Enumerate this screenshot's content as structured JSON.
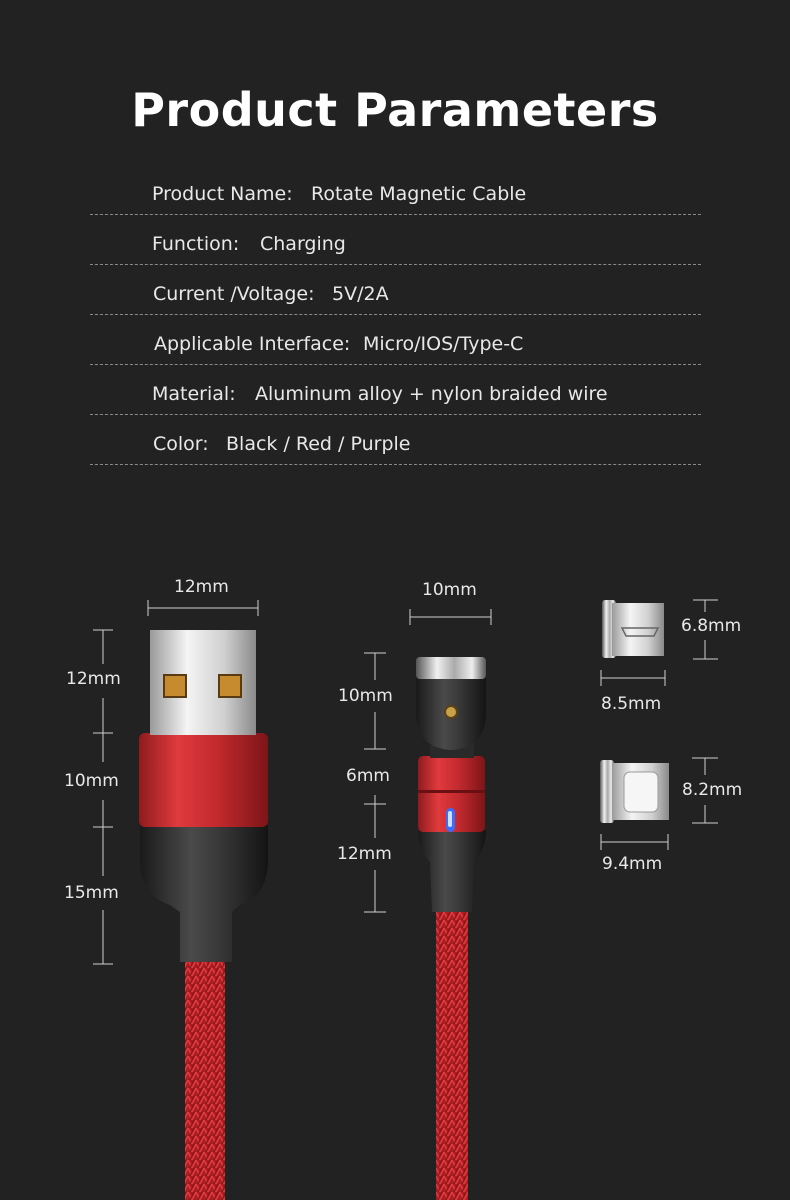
{
  "title": "Product Parameters",
  "params": [
    {
      "label": "Product Name:",
      "value": "Rotate Magnetic Cable"
    },
    {
      "label": "Function:",
      "value": "Charging"
    },
    {
      "label": "Current /Voltage:",
      "value": "5V/2A"
    },
    {
      "label": "Applicable Interface:",
      "value": "Micro/IOS/Type-C"
    },
    {
      "label": "Material:",
      "value": "Aluminum alloy + nylon braided wire"
    },
    {
      "label": "Color:",
      "value": "Black / Red / Purple"
    }
  ],
  "dimensions": {
    "usb_width": "12mm",
    "usb_plug_height": "12mm",
    "usb_sleeve_height": "10mm",
    "usb_boot_height": "15mm",
    "head_width": "10mm",
    "head_tip_height": "10mm",
    "head_neck_height": "6mm",
    "head_boot_height": "12mm",
    "micro_tip_height": "6.8mm",
    "micro_tip_width": "8.5mm",
    "typec_tip_height": "8.2mm",
    "typec_tip_width": "9.4mm"
  },
  "colors": {
    "background": "#222222",
    "cable_red": "#c0262a",
    "accent_blue": "#3a6cff"
  }
}
